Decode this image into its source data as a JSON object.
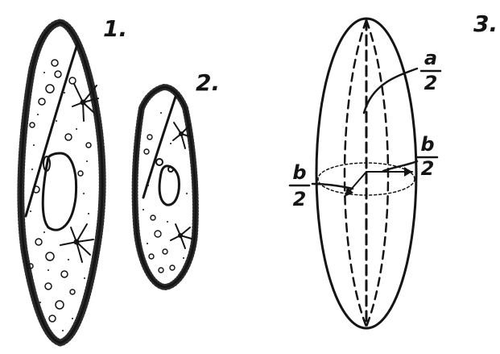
{
  "panels": [
    {
      "id": "1",
      "label": "1."
    },
    {
      "id": "2",
      "label": "2."
    },
    {
      "id": "3",
      "label": "3."
    }
  ],
  "annotations": {
    "a_half": {
      "numerator": "a",
      "denominator": "2"
    },
    "b_half_right": {
      "numerator": "b",
      "denominator": "2"
    },
    "b_half_left": {
      "numerator": "b",
      "denominator": "2"
    }
  },
  "colors": {
    "ink": "#141414",
    "background": "#ffffff"
  }
}
